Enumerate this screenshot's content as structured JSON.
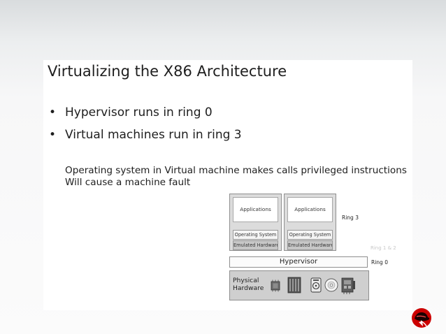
{
  "slide": {
    "title": "Virtualizing the X86 Architecture",
    "bullets": [
      "Hypervisor runs in ring 0",
      "Virtual machines run in ring 3"
    ],
    "body_lines": [
      "Operating system in Virtual machine makes calls privileged instructions",
      "Will cause a machine fault"
    ]
  },
  "diagram": {
    "vms": [
      {
        "apps": "Applications",
        "os": "Operating System",
        "hw": "Emulated Hardware"
      },
      {
        "apps": "Applications",
        "os": "Operating System",
        "hw": "Emulated Hardware"
      }
    ],
    "ring3": "Ring 3",
    "ring12": "Ring 1 & 2",
    "hypervisor": "Hypervisor",
    "ring0": "Ring 0",
    "physical_hardware": "Physical\nHardware",
    "hardware_icons": [
      "cpu-chip-icon",
      "memory-icon",
      "hard-disk-icon",
      "optical-disc-icon",
      "network-card-icon"
    ]
  },
  "branding": {
    "logo_icon": "redhat-shadowman-icon",
    "logo_color": "#cc0000"
  }
}
